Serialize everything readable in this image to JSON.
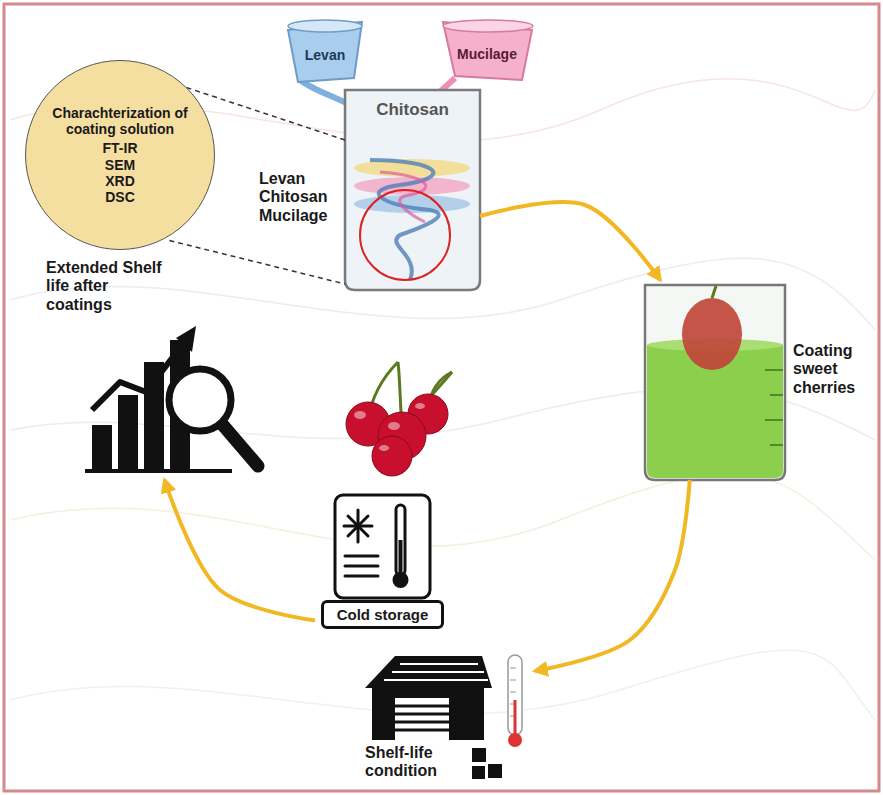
{
  "diagram": {
    "nodes": [
      {
        "text": [
          "Charachterization of coating solution",
          "FT-IR",
          "SEM",
          "XRD",
          "DSC"
        ]
      },
      {
        "text": [
          "Levan"
        ]
      },
      {
        "text": [
          "Mucilage"
        ]
      },
      {
        "text": [
          "Chitosan",
          "Levan Chitosan Mucilage"
        ]
      },
      {
        "text": [
          "Extended Shelf life after coatings"
        ]
      },
      {
        "text": [
          "Coating sweet cherries"
        ]
      },
      {
        "text": [
          "Cold storage"
        ]
      },
      {
        "text": [
          "Shelf-life condition"
        ]
      }
    ],
    "edges": [
      {
        "from": 0,
        "to": 3,
        "arrow": "none"
      },
      {
        "from": 0,
        "to": 3,
        "arrow": "none"
      },
      {
        "from": 3,
        "to": 5,
        "arrow": "to"
      },
      {
        "from": 5,
        "to": 7,
        "arrow": "to"
      },
      {
        "from": 6,
        "to": 4,
        "arrow": "to"
      }
    ]
  }
}
